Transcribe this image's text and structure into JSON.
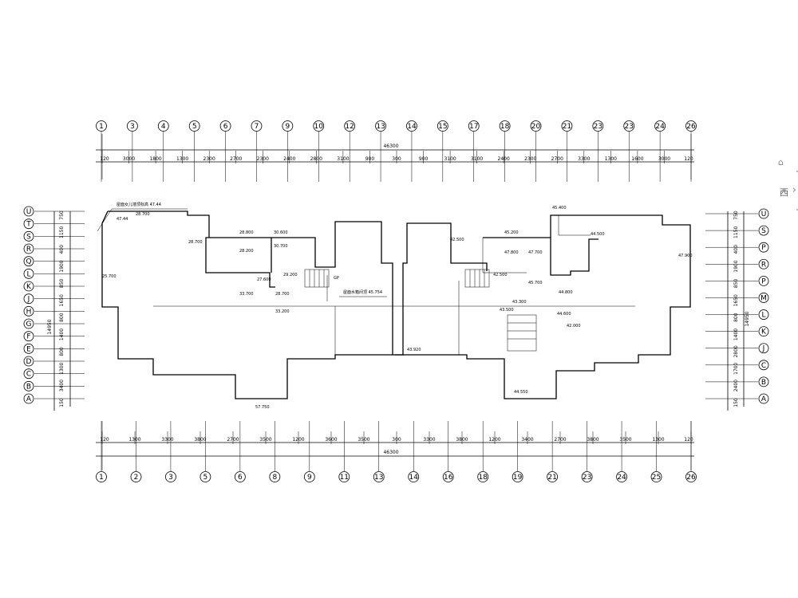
{
  "top_axes": [
    "1",
    "3",
    "4",
    "5",
    "6",
    "7",
    "9",
    "10",
    "12",
    "13",
    "14",
    "15",
    "17",
    "18",
    "20",
    "21",
    "23",
    "23",
    "24",
    "26"
  ],
  "bottom_axes": [
    "1",
    "2",
    "3",
    "5",
    "6",
    "8",
    "9",
    "11",
    "13",
    "14",
    "16",
    "18",
    "19",
    "21",
    "23",
    "24",
    "25",
    "26"
  ],
  "left_axes": [
    "U",
    "T",
    "S",
    "R",
    "Q",
    "L",
    "K",
    "J",
    "H",
    "G",
    "F",
    "E",
    "D",
    "C",
    "B",
    "A"
  ],
  "right_axes": [
    "U",
    "S",
    "P",
    "R",
    "P",
    "M",
    "L",
    "K",
    "J",
    "C",
    "B",
    "A"
  ],
  "top_dims": [
    "120",
    "3000",
    "1800",
    "1300",
    "2300",
    "2700",
    "2300",
    "2400",
    "2800",
    "3100",
    "900",
    "300",
    "900",
    "3100",
    "3100",
    "2400",
    "2300",
    "2700",
    "3300",
    "1300",
    "1600",
    "3000",
    "120"
  ],
  "bottom_dims": [
    "120",
    "1300",
    "3300",
    "3800",
    "2700",
    "3500",
    "1200",
    "3600",
    "3500",
    "300",
    "3300",
    "3800",
    "1200",
    "3400",
    "2700",
    "3800",
    "3500",
    "1300",
    "120"
  ],
  "overall_dim": "46300",
  "left_dims": [
    "750",
    "1150",
    "400",
    "1900",
    "850",
    "1650",
    "800",
    "1400",
    "800",
    "1300",
    "3400",
    "150"
  ],
  "right_dims": [
    "750",
    "1150",
    "400",
    "1900",
    "850",
    "1650",
    "800",
    "1400",
    "2800",
    "1700",
    "2400",
    "150"
  ],
  "left_total": "14950",
  "right_total": "14950",
  "elevations_left": [
    "47.44",
    "28.700",
    "25.700",
    "28.800",
    "28.200",
    "30.600",
    "30.700",
    "27.600",
    "29.200",
    "28.700",
    "33.700",
    "33.200",
    "57.750",
    "28.700"
  ],
  "elevations_right": [
    "45.400",
    "45.200",
    "47.800",
    "44.500",
    "42.500",
    "42.500",
    "44.800",
    "47.700",
    "43.500",
    "45.700",
    "44.600",
    "43.300",
    "42.000",
    "44.550",
    "43.920",
    "47.900"
  ],
  "note_top_left": "屋面女儿墙顶标高  47.44",
  "note_center": "屋面水箱间顶 45.754",
  "note_gp": "GP",
  "viewer": {
    "home_icon": "home-icon",
    "cube_label": "西",
    "chevron": "›"
  }
}
